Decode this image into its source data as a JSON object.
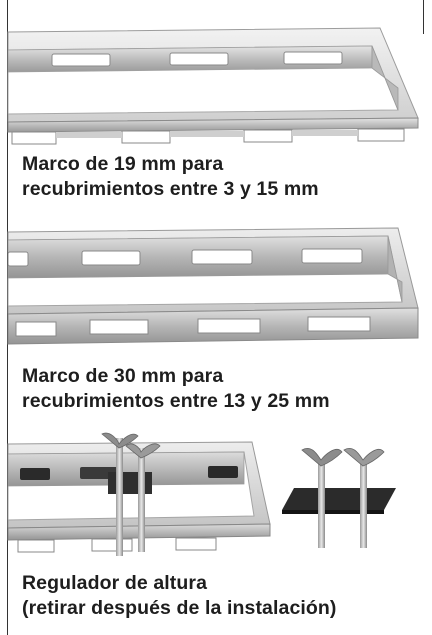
{
  "captions": {
    "frame19": {
      "line1": "Marco de 19 mm para",
      "line2": "recubrimientos entre 3 y 15 mm"
    },
    "frame30": {
      "line1": "Marco de 30 mm para",
      "line2": "recubrimientos entre 13 y 25 mm"
    },
    "regulator": {
      "line1": "Regulador de altura",
      "line2": "(retirar después de la instalación)"
    }
  },
  "colors": {
    "metal_light": "#e9e9e9",
    "metal_mid": "#c9c9c9",
    "metal_dark": "#8e8e8e",
    "plate": "#2b2b2b",
    "text": "#1e1e1e"
  }
}
